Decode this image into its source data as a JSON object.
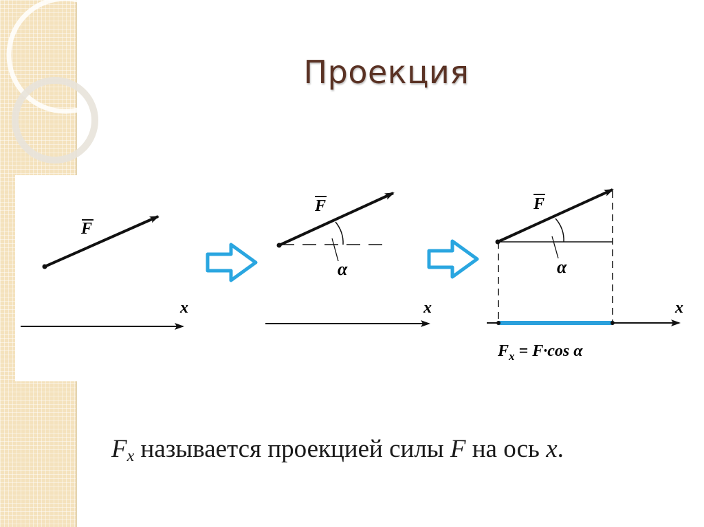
{
  "slide": {
    "title": "Проекция"
  },
  "diagram": {
    "force_label": "F",
    "axis_label": "x",
    "angle_label": "α",
    "formula": {
      "lhs": "F",
      "lhs_sub": "x",
      "eq": " = ",
      "rhs_f": "F",
      "dot": "·",
      "rhs_rest": "cos α"
    },
    "colors": {
      "arrow_blue": "#2aa6e0",
      "projection_blue": "#2ba0dc",
      "title": "#5a3224",
      "background_band": "#f4e2bd"
    }
  },
  "caption": {
    "symbol": "F",
    "symbol_sub": "x",
    "text_1": " называется проекцией силы ",
    "force": "F",
    "text_2": " на ось ",
    "axis": "x",
    "end": "."
  }
}
